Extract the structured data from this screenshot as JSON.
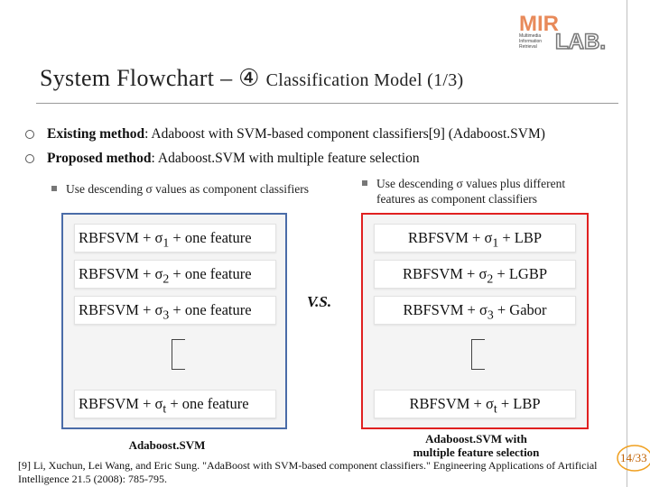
{
  "logo": {
    "text_top": "MIR",
    "text_bottom": "LAB.",
    "lines": [
      "Multimedia",
      "Information",
      "Retrieval"
    ],
    "accent": "#e88a5a"
  },
  "title": {
    "main": "System Flowchart – ④",
    "sub": "Classification Model (1/3)"
  },
  "bullets": [
    {
      "bold": "Existing method",
      "rest": ": Adaboost with SVM-based component classifiers[9] (Adaboost.SVM)"
    },
    {
      "bold": "Proposed method",
      "rest": ": Adaboost.SVM with multiple feature selection"
    }
  ],
  "sub_left": "Use descending σ values as component classifiers",
  "sub_right": "Use descending σ values plus different features as component classifiers",
  "left_rows": [
    {
      "pre": "RBFSVM + σ",
      "sub": "1",
      "post": " + one feature"
    },
    {
      "pre": "RBFSVM + σ",
      "sub": "2",
      "post": " + one feature"
    },
    {
      "pre": "RBFSVM + σ",
      "sub": "3",
      "post": " + one feature"
    },
    {
      "pre": "RBFSVM + σ",
      "sub": "t",
      "post": " + one feature"
    }
  ],
  "right_rows": [
    {
      "pre": "RBFSVM + σ",
      "sub": "1",
      "post": " + LBP"
    },
    {
      "pre": "RBFSVM + σ",
      "sub": "2",
      "post": " + LGBP"
    },
    {
      "pre": "RBFSVM + σ",
      "sub": "3",
      "post": " + Gabor"
    },
    {
      "pre": "RBFSVM + σ",
      "sub": "t",
      "post": " + LBP"
    }
  ],
  "vs": "V.S.",
  "caption_left": "Adaboost.SVM",
  "caption_right_1": "Adaboost.SVM with",
  "caption_right_2": "multiple feature selection",
  "reference": "[9] Li, Xuchun, Lei Wang, and Eric Sung. \"AdaBoost with SVM-based component classifiers.\" Engineering Applications of Artificial Intelligence 21.5 (2008): 785-795.",
  "page": "14/33",
  "colors": {
    "left_border": "#4a6ca8",
    "right_border": "#e02020",
    "page_badge": "#f0a020"
  }
}
